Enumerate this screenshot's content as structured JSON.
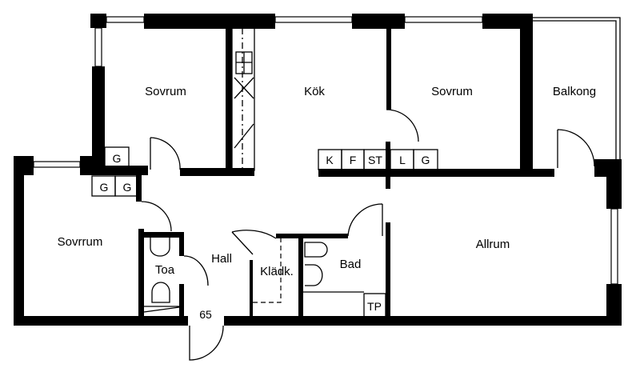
{
  "plan": {
    "rooms": {
      "bedroom_top_left": "Sovrum",
      "kitchen": "Kök",
      "bedroom_top_right": "Sovrum",
      "balcony": "Balkong",
      "bedroom_left": "Sovrrum",
      "toilet": "Toa",
      "hall": "Hall",
      "wardrobe": "Klädk.",
      "bathroom": "Bad",
      "living_room": "Allrum"
    },
    "door_width_label": "65",
    "closets": {
      "bedroom_top_left": [
        "G"
      ],
      "hall_left": [
        "G",
        "G"
      ],
      "kitchen_row": [
        "K",
        "F",
        "ST",
        "L",
        "G"
      ],
      "bathroom": "TP"
    },
    "colors": {
      "wall": "#000000",
      "background": "#ffffff"
    }
  }
}
